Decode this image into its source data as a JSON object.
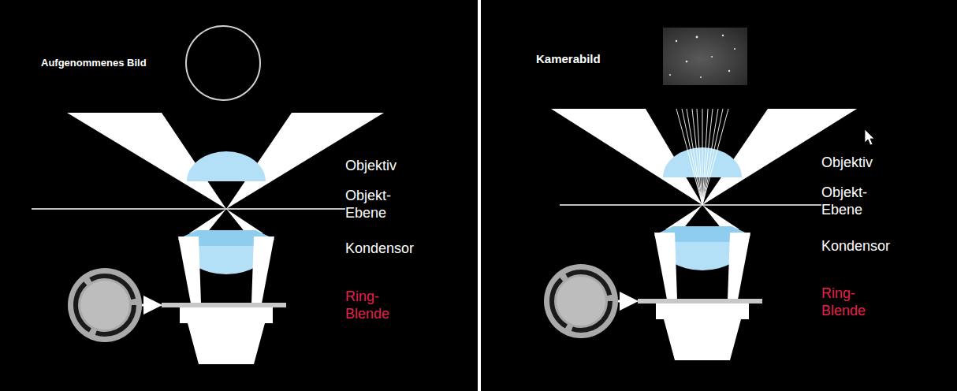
{
  "diagram": {
    "labels": [
      "Aufgenommenes Bild",
      "Objektiv",
      "Objekt- Ebene",
      "Kondensor",
      "Ring- Blende",
      "Kamerabild",
      "Objektiv",
      "Objekt- Ebene",
      "Kondensor",
      "Ring- Blende"
    ]
  }
}
